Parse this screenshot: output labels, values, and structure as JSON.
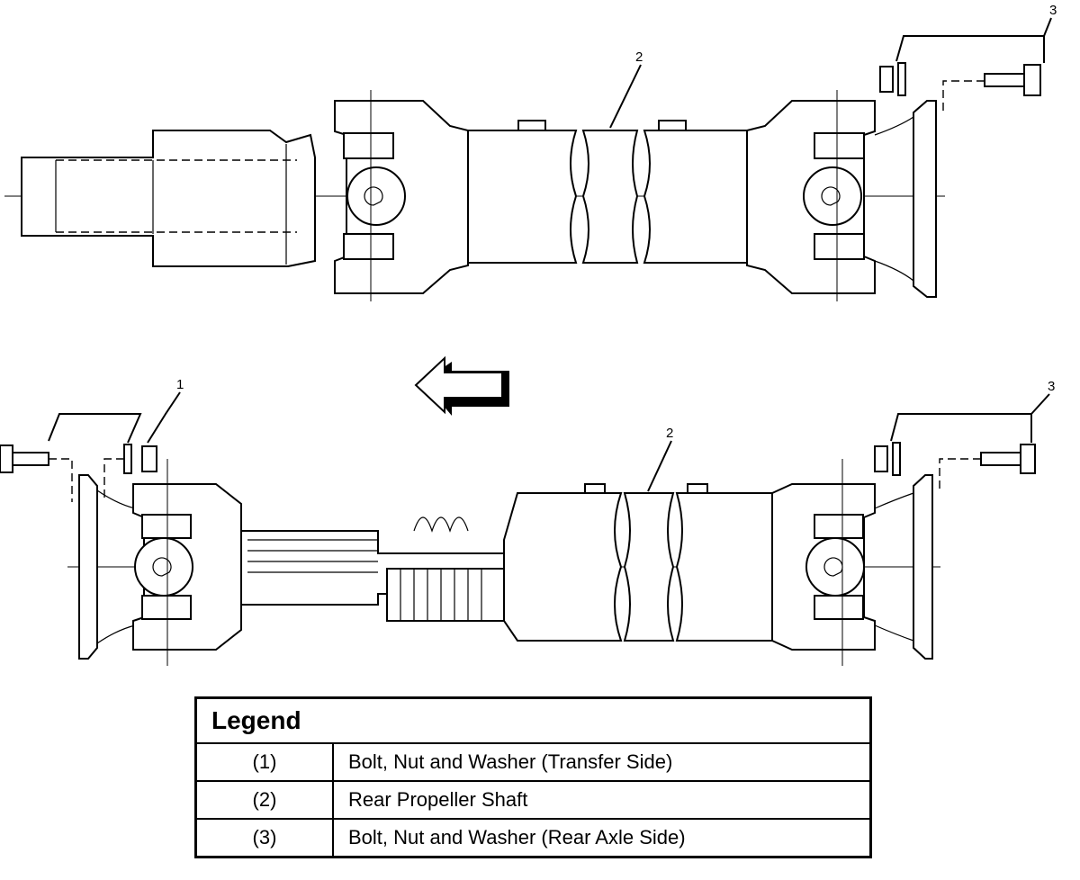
{
  "callouts": {
    "top_shaft": "2",
    "top_bolt": "3",
    "bottom_transfer_bolt": "1",
    "bottom_shaft": "2",
    "bottom_axle_bolt": "3"
  },
  "legend": {
    "title": "Legend",
    "rows": [
      {
        "code": "(1)",
        "description": "Bolt, Nut and Washer (Transfer Side)"
      },
      {
        "code": "(2)",
        "description": "Rear Propeller Shaft"
      },
      {
        "code": "(3)",
        "description": "Bolt, Nut and Washer (Rear Axle Side)"
      }
    ]
  }
}
